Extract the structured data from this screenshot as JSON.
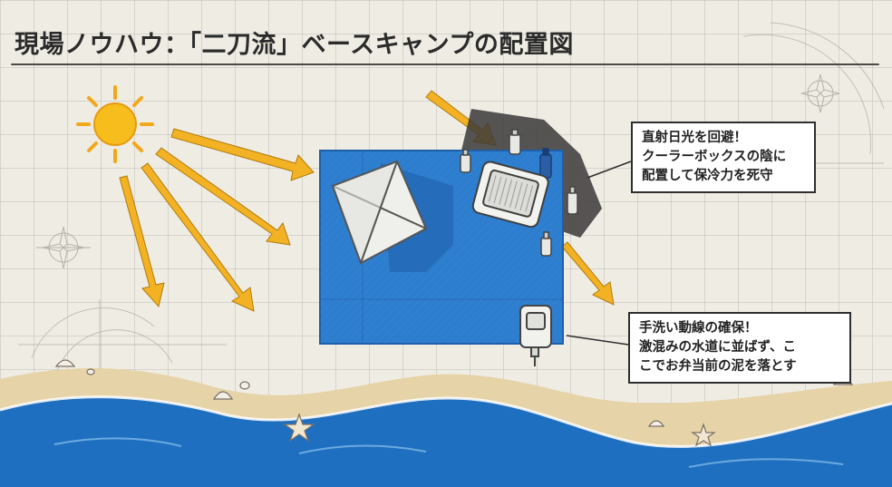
{
  "title": "現場ノウハウ：「二刀流」ベースキャンプの配置図",
  "callouts": {
    "cooler": {
      "lines": [
        "直射日光を回避！",
        "クーラーボックスの陰に",
        "配置して保冷力を死守"
      ]
    },
    "wash": {
      "lines": [
        "手洗い動線の確保！",
        "激混みの水道に並ばず、こ",
        "こでお弁当前の泥を落とす"
      ]
    }
  },
  "colors": {
    "paper": "#efece3",
    "mat": "#2f7fd0",
    "arrow": "#f3b223",
    "sun": "#f6bd1c",
    "sea": "#1f6fc0",
    "sand": "#e6d3a8"
  },
  "icons": [
    "sun-icon",
    "tent-icon",
    "cooler-icon",
    "water-jug-icon",
    "bottle-icon",
    "compass-icon",
    "shell-icon",
    "starfish-icon"
  ]
}
